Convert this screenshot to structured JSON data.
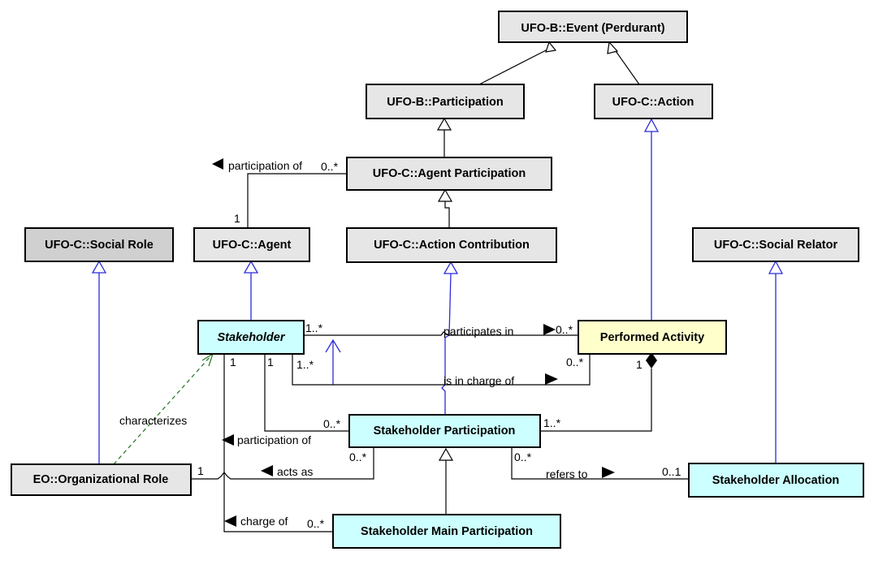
{
  "classes": {
    "event": "UFO-B::Event (Perdurant)",
    "participation": "UFO-B::Participation",
    "action": "UFO-C::Action",
    "agent_participation": "UFO-C::Agent Participation",
    "social_role": "UFO-C::Social Role",
    "agent": "UFO-C::Agent",
    "action_contribution": "UFO-C::Action Contribution",
    "social_relator": "UFO-C::Social Relator",
    "stakeholder": "Stakeholder",
    "performed_activity": "Performed Activity",
    "stakeholder_participation": "Stakeholder Participation",
    "organizational_role": "EO::Organizational Role",
    "stakeholder_allocation": "Stakeholder Allocation",
    "stakeholder_main_participation": "Stakeholder Main Participation"
  },
  "associations": {
    "participation_of_top": "participation of",
    "participates_in": "participates in",
    "is_in_charge_of": "is in charge of",
    "participation_of": "participation of",
    "acts_as": "acts as",
    "refers_to": "refers to",
    "charge_of": "charge of",
    "characterizes": "characterizes"
  },
  "multiplicities": {
    "m_0star_a": "0..*",
    "m_1_a": "1",
    "m_1star_a": "1..*",
    "m_0star_b": "0..*",
    "m_1_b": "1",
    "m_1star_b": "1..*",
    "m_1_c": "1",
    "m_0star_c": "0..*",
    "m_1_d": "1",
    "m_0star_d": "0..*",
    "m_1star_c": "1..*",
    "m_1_e": "1",
    "m_0star_e": "0..*",
    "m_0star_f": "0..*",
    "m_01": "0..1",
    "m_0star_g": "0..*"
  },
  "colors": {
    "gray": "#e6e6e6",
    "dark_gray": "#d0d0d0",
    "cyan": "#ccffff",
    "yellow": "#ffffcc",
    "blue_line": "#2b2bd9",
    "green_dash": "#2e7d2e"
  }
}
